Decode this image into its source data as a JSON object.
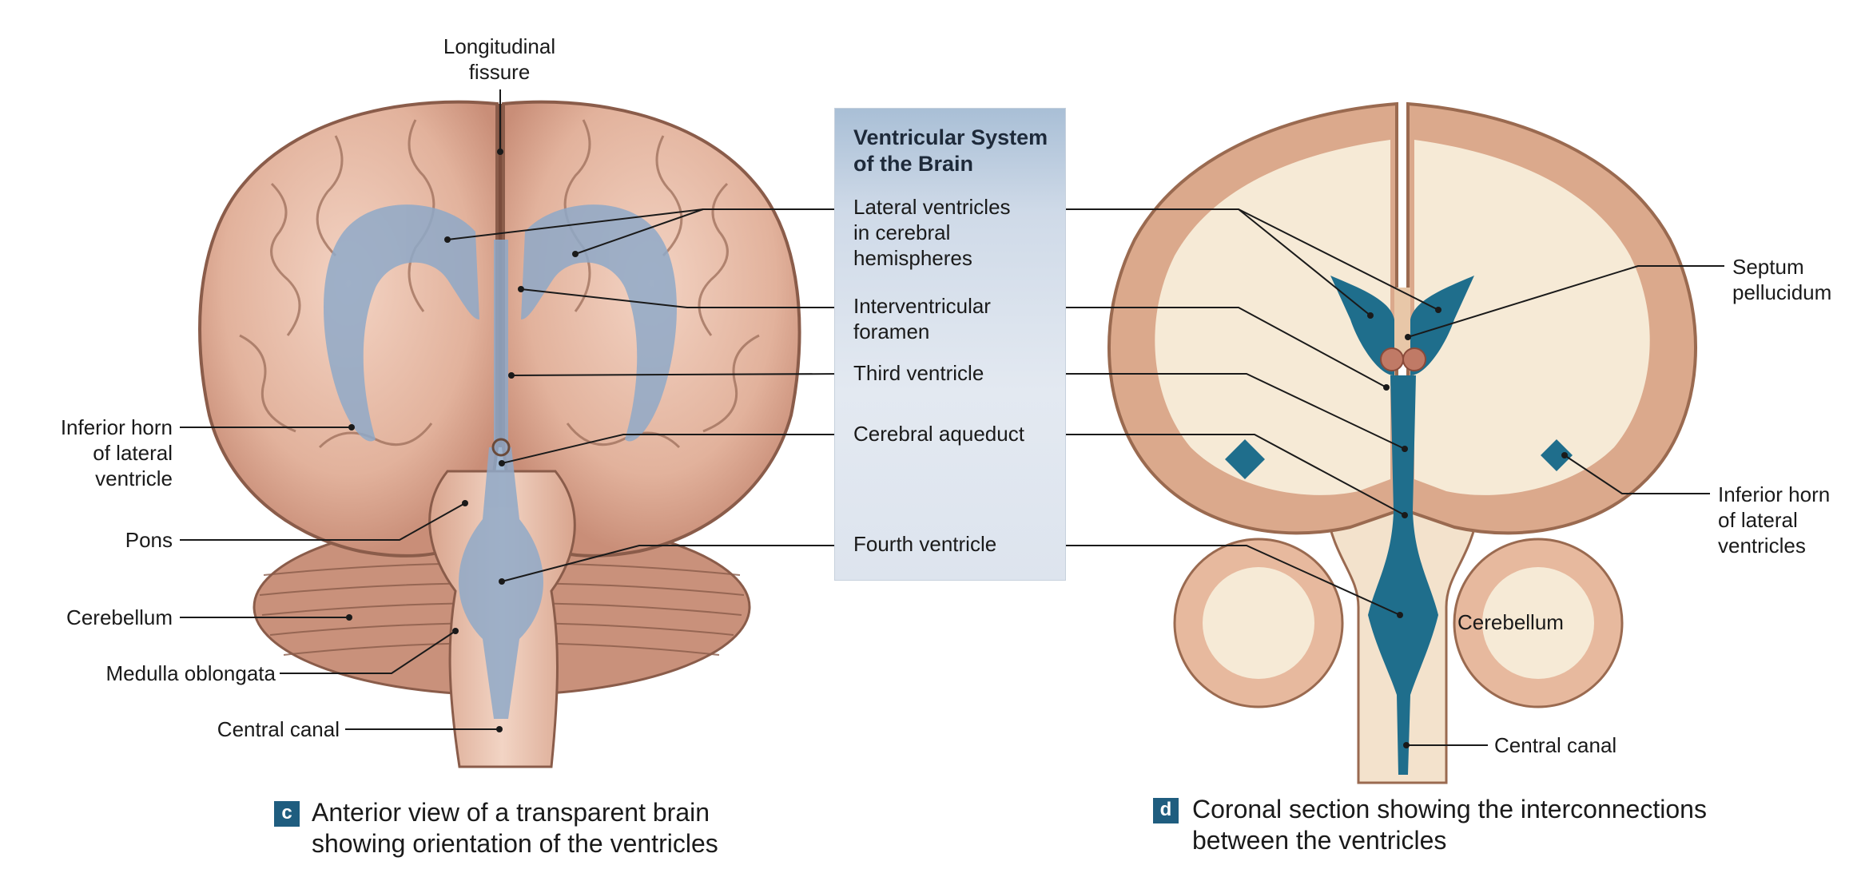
{
  "panel": {
    "title": "Ventricular System\nof the Brain"
  },
  "center_labels": {
    "lateral_ventricles": "Lateral ventricles\nin cerebral\nhemispheres",
    "interventricular_foramen": "Interventricular\nforamen",
    "third_ventricle": "Third ventricle",
    "cerebral_aqueduct": "Cerebral aqueduct",
    "fourth_ventricle": "Fourth ventricle"
  },
  "left_labels": {
    "longitudinal_fissure": "Longitudinal\nfissure",
    "inferior_horn": "Inferior horn\nof lateral\nventricle",
    "pons": "Pons",
    "cerebellum": "Cerebellum",
    "medulla": "Medulla oblongata",
    "central_canal": "Central canal"
  },
  "right_labels": {
    "septum": "Septum\npellucidum",
    "inferior_horns": "Inferior horn\nof lateral\nventricles",
    "cerebellum": "Cerebellum",
    "central_canal": "Central canal"
  },
  "captions": {
    "c": {
      "badge": "c",
      "text": "Anterior view of a transparent brain\nshowing orientation of the ventricles"
    },
    "d": {
      "badge": "d",
      "text": "Coronal section showing the interconnections\nbetween the ventricles"
    }
  },
  "colors": {
    "brain": "#e2b29c",
    "gyri_line": "#9c6e5a",
    "ventricle_blue": "#8fa9c8",
    "csf_teal": "#1f6e8c",
    "white_matter": "#f6ead6",
    "badge": "#1f5d7f"
  }
}
